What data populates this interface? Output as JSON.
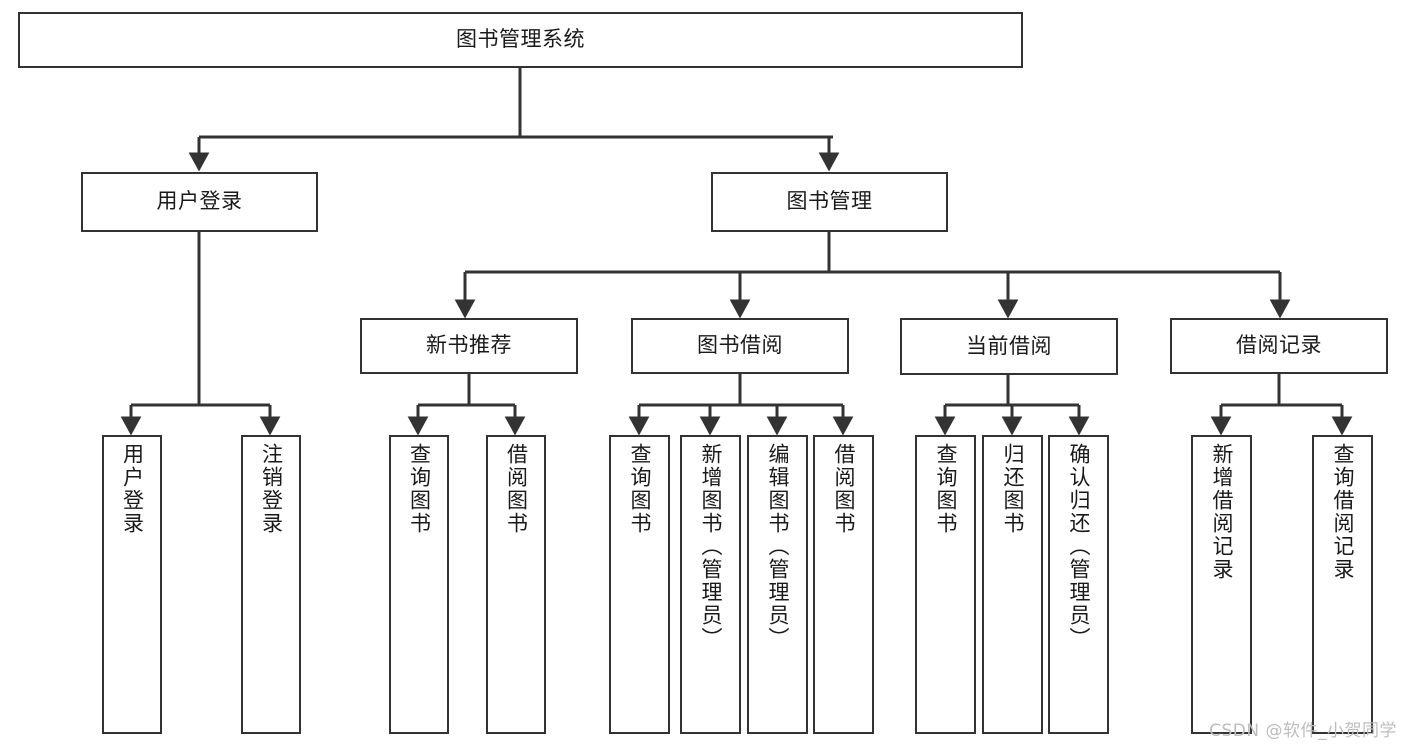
{
  "diagram": {
    "title": "图书管理系统",
    "type": "tree-hierarchy-chart",
    "watermark": "CSDN @软件_小贺同学",
    "colors": {
      "box_border": "#333333",
      "box_fill": "#ffffff",
      "edge": "#333333",
      "text": "#1a1a1a",
      "watermark": "#bdbdbd"
    },
    "nodes": {
      "root": {
        "label": "图书管理系统",
        "level": 0
      },
      "level1": [
        {
          "id": "user-login",
          "label": "用户登录"
        },
        {
          "id": "book-manage",
          "label": "图书管理"
        }
      ],
      "level2": [
        {
          "id": "new-book-rec",
          "label": "新书推荐"
        },
        {
          "id": "book-borrow",
          "label": "图书借阅"
        },
        {
          "id": "current-borrow",
          "label": "当前借阅"
        },
        {
          "id": "borrow-record",
          "label": "借阅记录"
        }
      ],
      "leaves": {
        "user-login": [
          {
            "id": "leaf-user-login",
            "label": "用户登录"
          },
          {
            "id": "leaf-user-logout",
            "label": "注销登录"
          }
        ],
        "new-book-rec": [
          {
            "id": "leaf-query-book-1",
            "label": "查询图书"
          },
          {
            "id": "leaf-borrow-book-1",
            "label": "借阅图书"
          }
        ],
        "book-borrow": [
          {
            "id": "leaf-query-book-2",
            "label": "查询图书"
          },
          {
            "id": "leaf-add-book",
            "label": "新增图书（管理员）"
          },
          {
            "id": "leaf-edit-book",
            "label": "编辑图书（管理员）"
          },
          {
            "id": "leaf-borrow-book-2",
            "label": "借阅图书"
          }
        ],
        "current-borrow": [
          {
            "id": "leaf-query-book-3",
            "label": "查询图书"
          },
          {
            "id": "leaf-return-book",
            "label": "归还图书"
          },
          {
            "id": "leaf-confirm-return",
            "label": "确认归还（管理员）"
          }
        ],
        "borrow-record": [
          {
            "id": "leaf-add-record",
            "label": "新增借阅记录"
          },
          {
            "id": "leaf-query-record",
            "label": "查询借阅记录"
          }
        ]
      }
    }
  }
}
